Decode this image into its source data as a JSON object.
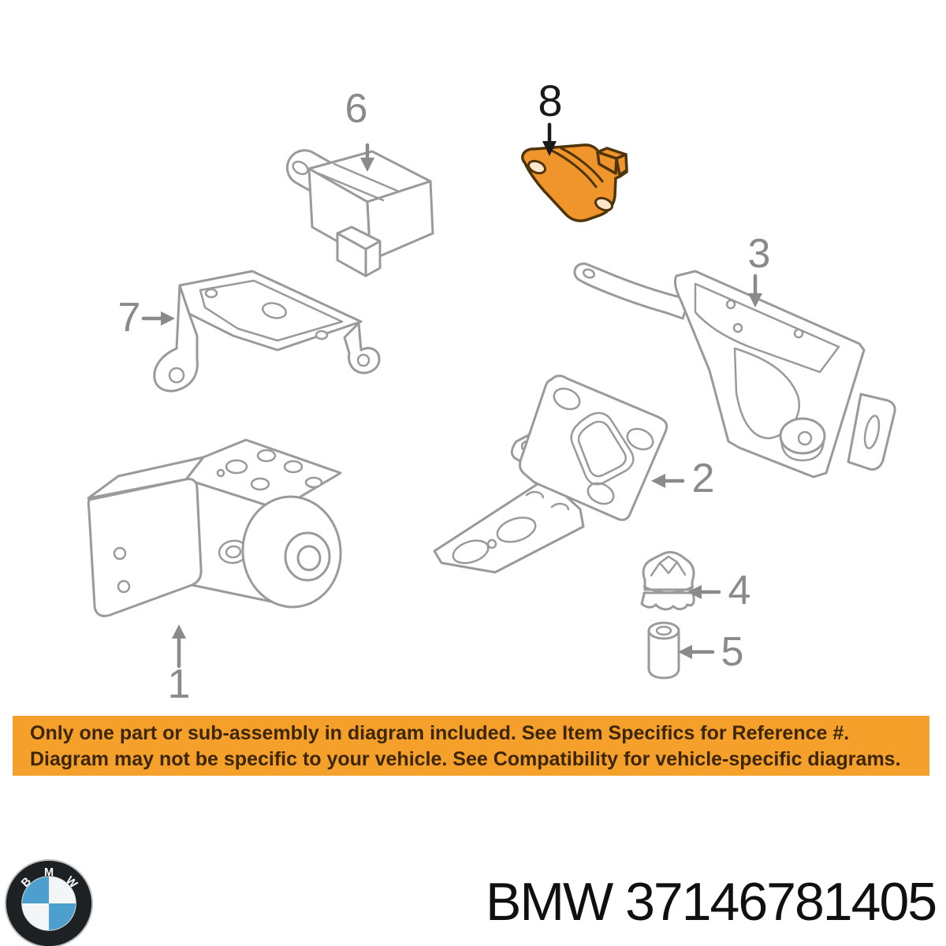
{
  "diagram": {
    "callouts": [
      {
        "number": "1"
      },
      {
        "number": "2"
      },
      {
        "number": "3"
      },
      {
        "number": "4"
      },
      {
        "number": "5"
      },
      {
        "number": "6"
      },
      {
        "number": "7"
      },
      {
        "number": "8"
      }
    ],
    "highlighted_part": "8"
  },
  "notice": {
    "line1": "Only one part or sub-assembly in diagram included. See Item Specifics for Reference #.",
    "line2": "Diagram may not be specific to your vehicle. See Compatibility for vehicle-specific diagrams."
  },
  "footer": {
    "part_text": "BMW 37146781405",
    "logo": {
      "letters": [
        "B",
        "M",
        "W"
      ]
    }
  },
  "colors": {
    "line_art": "#9A9A9A",
    "callout_gray": "#8A8A8A",
    "callout_black": "#1A1A1A",
    "highlight_fill": "#F0952C",
    "highlight_outline": "#4F3409",
    "banner_bg": "#F5A02B",
    "banner_text": "#3D2606",
    "bmw_blue": "#4D9FCE"
  }
}
